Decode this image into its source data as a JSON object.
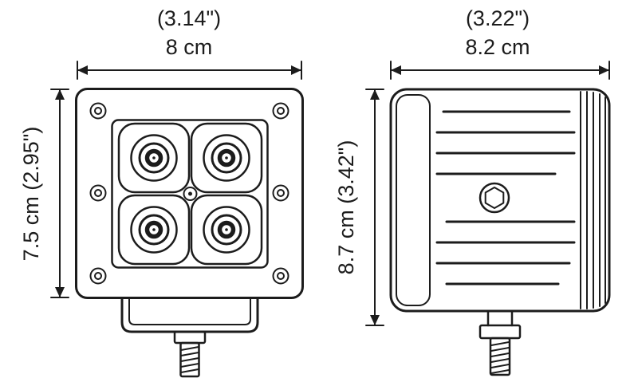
{
  "diagram": {
    "front_view": {
      "width_inches": "(3.14\")",
      "width_metric": "8 cm",
      "height_label": "7.5 cm (2.95\")"
    },
    "side_view": {
      "width_inches": "(3.22\")",
      "width_metric": "8.2 cm",
      "height_label": "8.7 cm (3.42\")"
    }
  }
}
